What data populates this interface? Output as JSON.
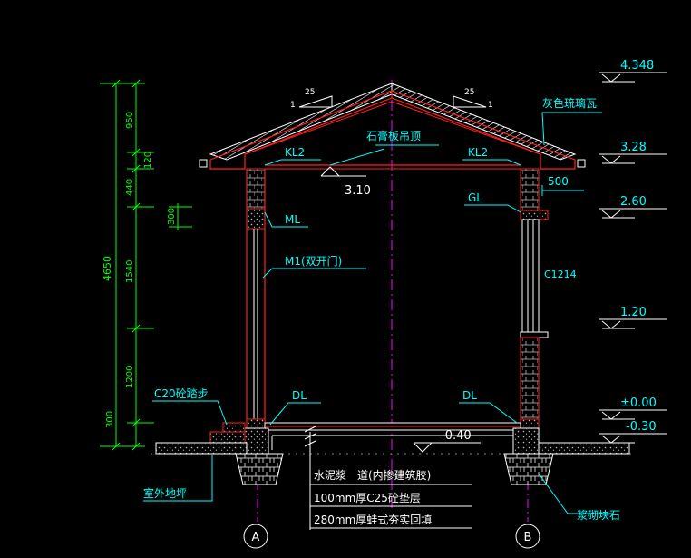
{
  "colors": {
    "background": "#000000",
    "dimension": "#00ff00",
    "annotation": "#00ffff",
    "wall": "#ff2020",
    "axis": "#ff00ff",
    "symbol": "#ffffff",
    "hatch": "#c0c0c0"
  },
  "elevations": [
    "4.348",
    "3.28",
    "2.60",
    "1.20",
    "±0.00",
    "-0.30"
  ],
  "left_dimensions": {
    "total": "4650",
    "segments": [
      "950",
      "120",
      "440",
      "1540",
      "1200",
      "300"
    ],
    "window_offset": "300"
  },
  "roof_slopes": {
    "left_rise": "25",
    "left_run": "1",
    "right_rise": "25",
    "right_run": "1"
  },
  "labels": {
    "roof_tile": "灰色琉璃瓦",
    "ceiling": "石膏板吊顶",
    "ceiling_height": "3.10",
    "kl2_left": "KL2",
    "kl2_right": "KL2",
    "gl": "GL",
    "ml": "ML",
    "m1": "M1(双开门)",
    "c1214": "C1214",
    "dl_left": "DL",
    "dl_right": "DL",
    "step": "C20砼踏步",
    "floor_level": "-0.40",
    "eave_overhang": "500",
    "outdoor_ground": "室外地坪",
    "rubble": "浆砌块石"
  },
  "floor_notes": [
    "水泥浆一道(内掺建筑胶)",
    "100mm厚C25砼垫层",
    "280mm厚蛙式夯实回填"
  ],
  "axes": [
    "A",
    "B"
  ]
}
